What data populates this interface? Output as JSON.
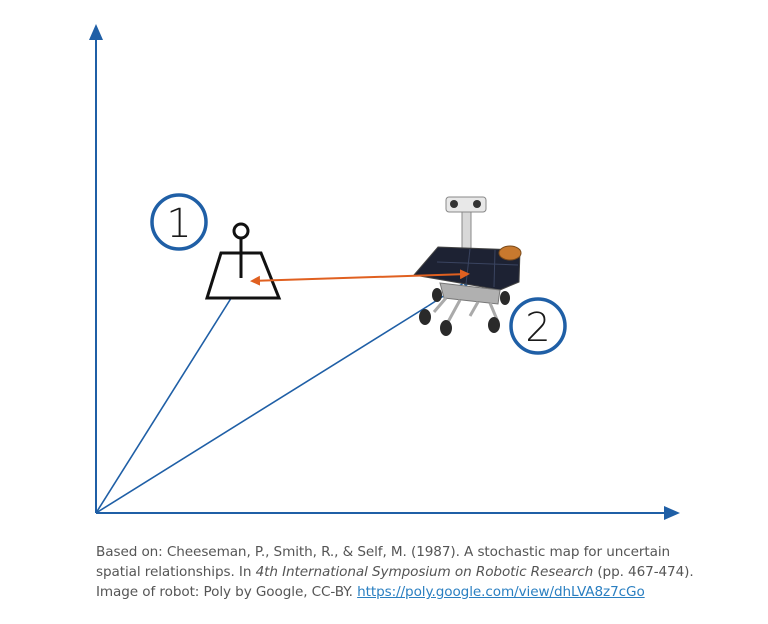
{
  "labels": {
    "landmark_number": "1",
    "robot_number": "2"
  },
  "caption": {
    "line1_a": "Based on: Cheeseman, P., Smith, R., & Self, M. (1987). A stochastic map for uncertain",
    "line2_a": "spatial relationships. In ",
    "line2_italic": "4th International Symposium on Robotic Research",
    "line2_b": " (pp. 467-474).",
    "line3_a": "Image of robot: Poly by Google, CC-BY. ",
    "link_text": "https://poly.google.com/view/dhLVA8z7cGo"
  },
  "colors": {
    "axis": "#1f5fa6",
    "vector": "#1f5fa6",
    "relation": "#e06020",
    "circle": "#1f5fa6",
    "landmark": "#111111"
  }
}
